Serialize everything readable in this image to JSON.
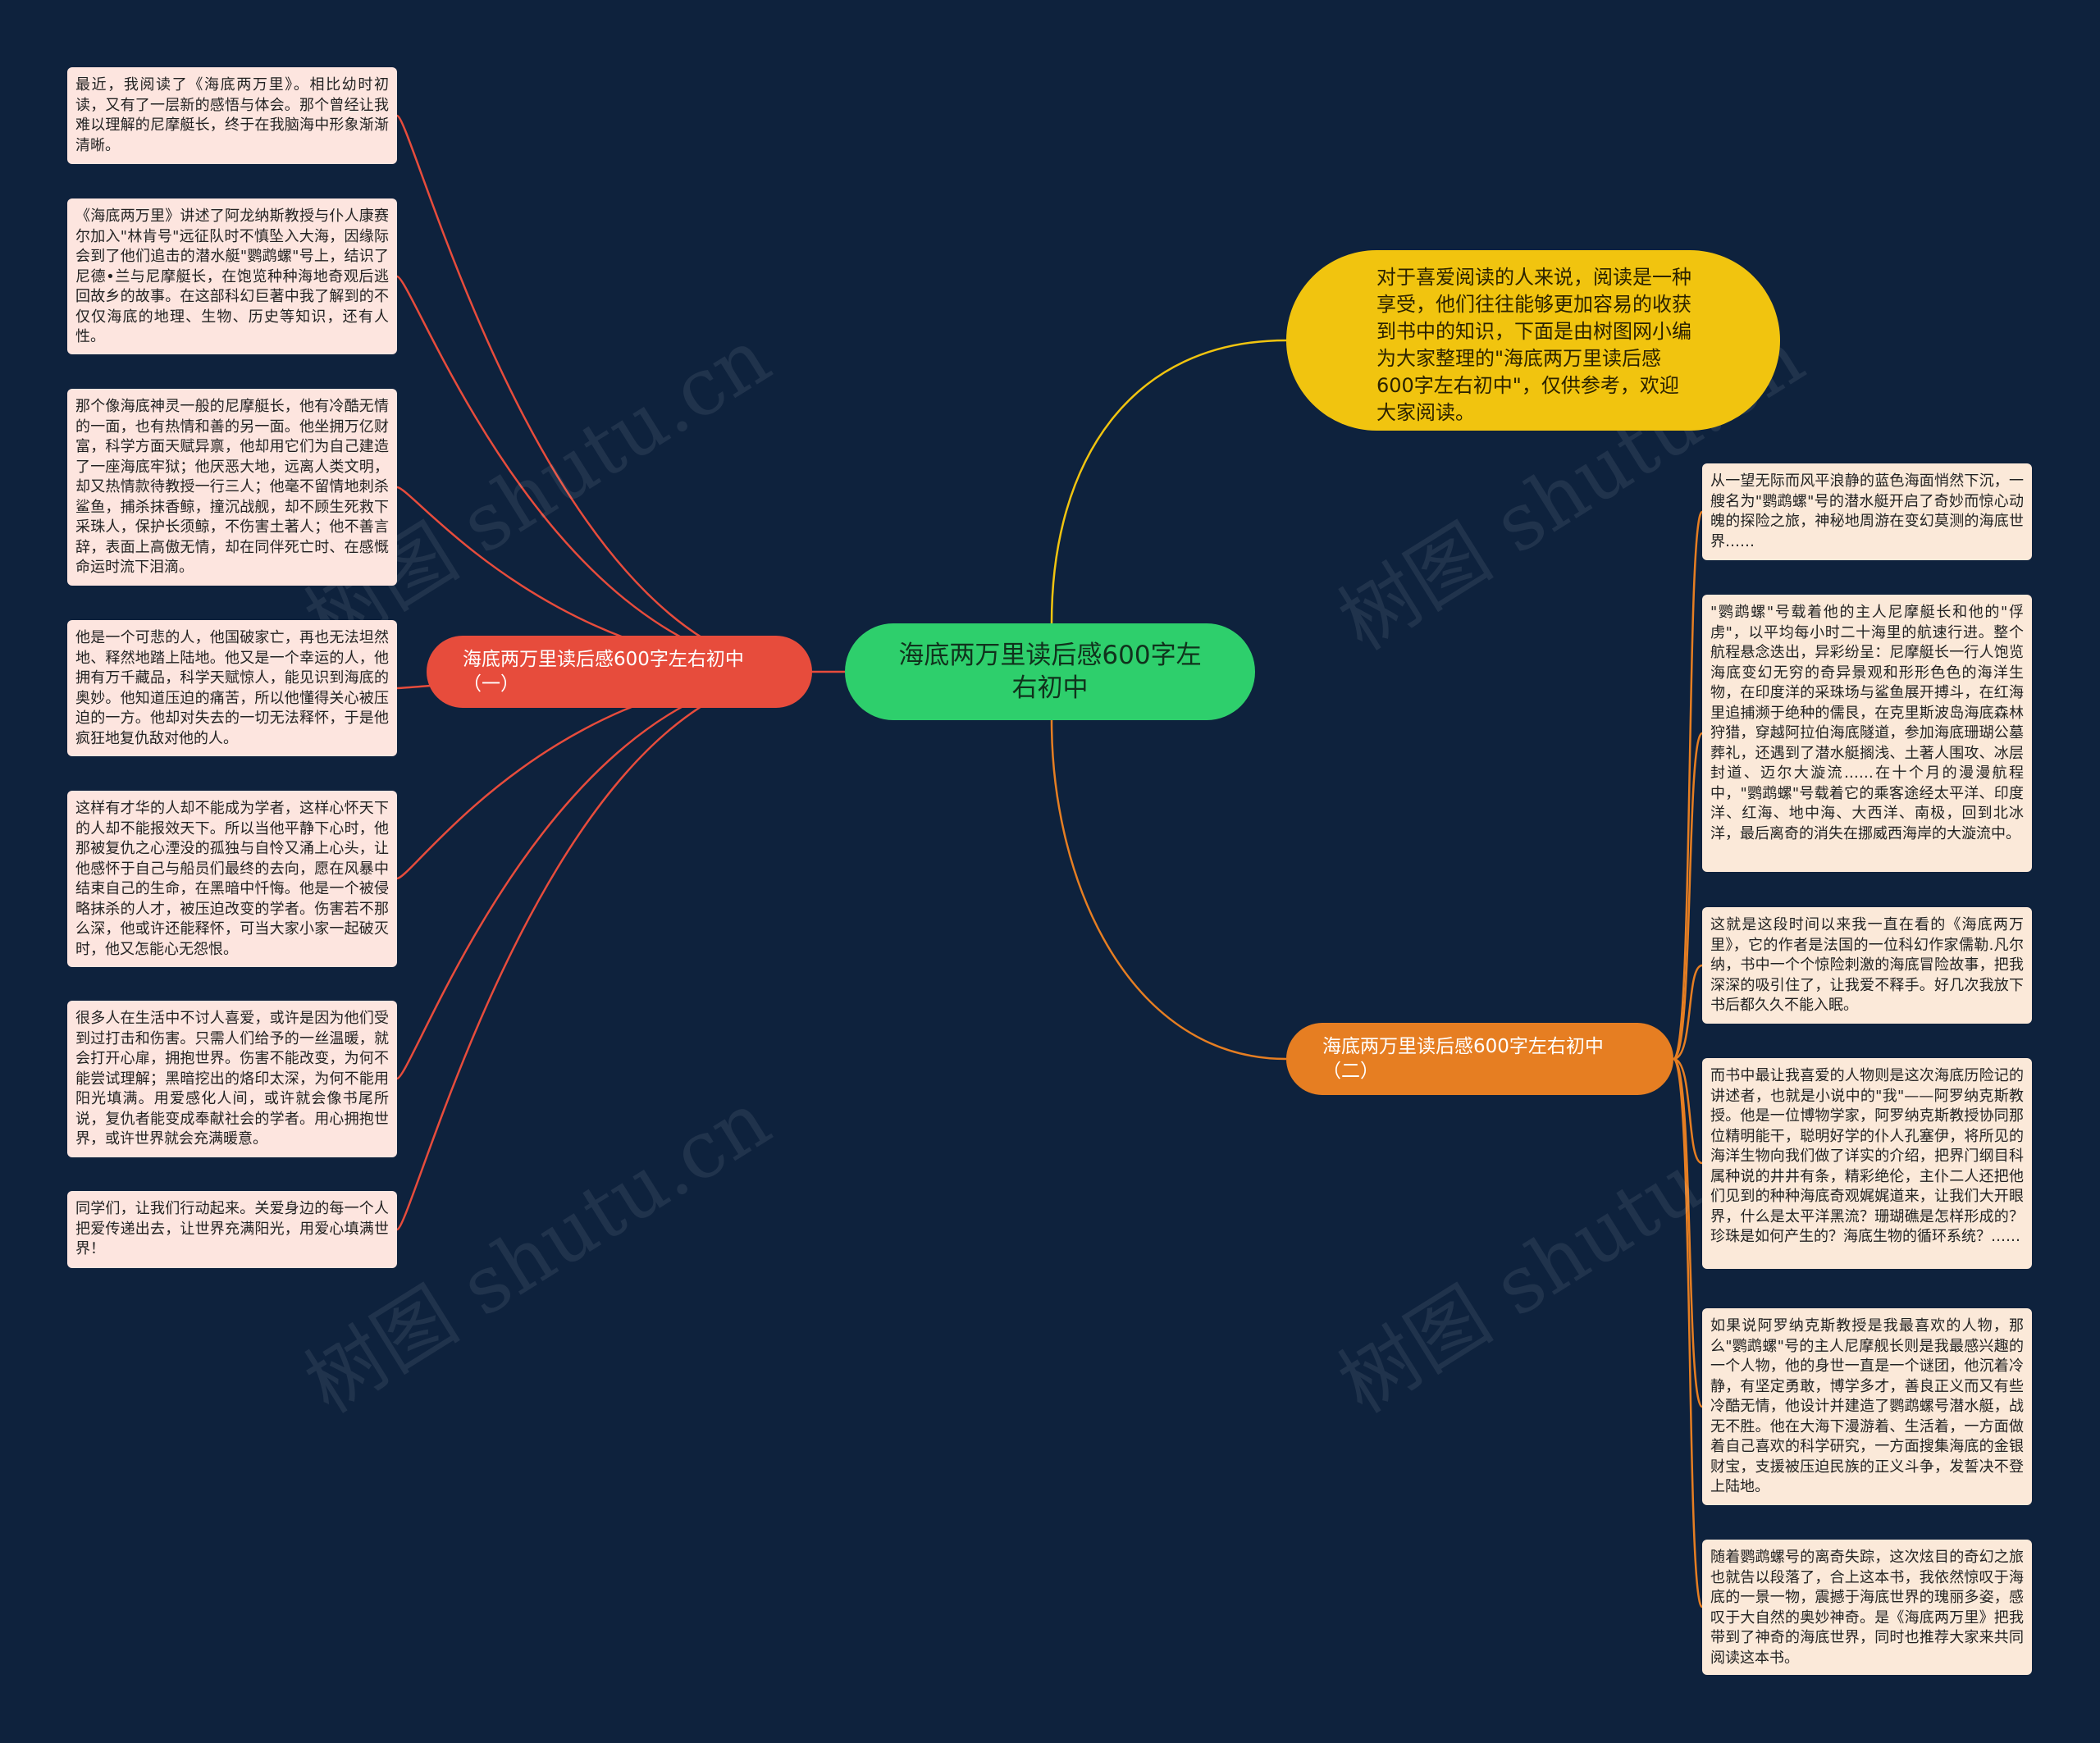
{
  "colors": {
    "background": "#0e223d",
    "center": "#2ecf6c",
    "intro": "#f1c40f",
    "branch_1": "#e74c3c",
    "branch_2": "#e67e22",
    "leaf_left": "#fde5df",
    "leaf_right": "#fbe9d9"
  },
  "center": {
    "title": "海底两万里读后感600字左右初中"
  },
  "intro": {
    "text": "对于喜爱阅读的人来说，阅读是一种享受，他们往往能够更加容易的收获到书中的知识，下面是由树图网小编为大家整理的\"海底两万里读后感600字左右初中\"，仅供参考，欢迎大家阅读。"
  },
  "branches": [
    {
      "label": "海底两万里读后感600字左右初中（一）",
      "leaves": [
        "最近，我阅读了《海底两万里》。相比幼时初读，又有了一层新的感悟与体会。那个曾经让我难以理解的尼摩艇长，终于在我脑海中形象渐渐清晰。",
        "《海底两万里》讲述了阿龙纳斯教授与仆人康赛尔加入\"林肯号\"远征队时不慎坠入大海，因缘际会到了他们追击的潜水艇\"鹦鹉螺\"号上，结识了尼德•兰与尼摩艇长，在饱览种种海地奇观后逃回故乡的故事。在这部科幻巨著中我了解到的不仅仅海底的地理、生物、历史等知识，还有人性。",
        "那个像海底神灵一般的尼摩艇长，他有冷酷无情的一面，也有热情和善的另一面。他坐拥万亿财富，科学方面天赋异禀，他却用它们为自己建造了一座海底牢狱；他厌恶大地，远离人类文明，却又热情款待教授一行三人；他毫不留情地刺杀鲨鱼，捕杀抹香鲸，撞沉战舰，却不顾生死救下采珠人，保护长须鲸，不伤害土著人；他不善言辞，表面上高傲无情，却在同伴死亡时、在感慨命运时流下泪滴。",
        "他是一个可悲的人，他国破家亡，再也无法坦然地、释然地踏上陆地。他又是一个幸运的人，他拥有万千藏品，科学天赋惊人，能见识到海底的奥妙。他知道压迫的痛苦，所以他懂得关心被压迫的一方。他却对失去的一切无法释怀，于是他疯狂地复仇敌对他的人。",
        "这样有才华的人却不能成为学者，这样心怀天下的人却不能报效天下。所以当他平静下心时，他那被复仇之心湮没的孤独与自怜又涌上心头，让他感怀于自己与船员们最终的去向，愿在风暴中结束自己的生命，在黑暗中忏悔。他是一个被侵略抹杀的人才，被压迫改变的学者。伤害若不那么深，他或许还能释怀，可当大家小家一起破灭时，他又怎能心无怨恨。",
        "很多人在生活中不讨人喜爱，或许是因为他们受到过打击和伤害。只需人们给予的一丝温暖，就会打开心扉，拥抱世界。伤害不能改变，为何不能尝试理解；黑暗挖出的烙印太深，为何不能用阳光填满。用爱感化人间，或许就会像书尾所说，复仇者能变成奉献社会的学者。用心拥抱世界，或许世界就会充满暖意。",
        "同学们，让我们行动起来。关爱身边的每一个人把爱传递出去，让世界充满阳光，用爱心填满世界！"
      ]
    },
    {
      "label": "海底两万里读后感600字左右初中（二）",
      "leaves": [
        "从一望无际而风平浪静的蓝色海面悄然下沉，一艘名为\"鹦鹉螺\"号的潜水艇开启了奇妙而惊心动魄的探险之旅，神秘地周游在变幻莫测的海底世界……",
        "\"鹦鹉螺\"号载着他的主人尼摩艇长和他的\"俘虏\"，以平均每小时二十海里的航速行进。整个航程悬念迭出，异彩纷呈：尼摩艇长一行人饱览海底变幻无穷的奇异景观和形形色色的海洋生物，在印度洋的采珠场与鲨鱼展开搏斗，在红海里追捕濒于绝种的儒艮，在克里斯波岛海底森林狩猎，穿越阿拉伯海底隧道，参加海底珊瑚公墓葬礼，还遇到了潜水艇搁浅、土著人围攻、冰层封道、迈尔大漩流……在十个月的漫漫航程中，\"鹦鹉螺\"号载着它的乘客途经太平洋、印度洋、红海、地中海、大西洋、南极，回到北冰洋，最后离奇的消失在挪威西海岸的大漩流中。",
        "这就是这段时间以来我一直在看的《海底两万里》，它的作者是法国的一位科幻作家儒勒.凡尔纳，书中一个个惊险刺激的海底冒险故事，把我深深的吸引住了，让我爱不释手。好几次我放下书后都久久不能入眠。",
        "而书中最让我喜爱的人物则是这次海底历险记的讲述者，也就是小说中的\"我\"——阿罗纳克斯教授。他是一位博物学家，阿罗纳克斯教授协同那位精明能干，聪明好学的仆人孔塞伊，将所见的海洋生物向我们做了详实的介绍，把界门纲目科属种说的井井有条，精彩绝伦，主仆二人还把他们见到的种种海底奇观娓娓道来，让我们大开眼界，什么是太平洋黑流？珊瑚礁是怎样形成的？珍珠是如何产生的？海底生物的循环系统？……",
        "如果说阿罗纳克斯教授是我最喜欢的人物，那么\"鹦鹉螺\"号的主人尼摩舰长则是我最感兴趣的一个人物，他的身世一直是一个谜团，他沉着冷静，有坚定勇敢，博学多才，善良正义而又有些冷酷无情，他设计并建造了鹦鹉螺号潜水艇，战无不胜。他在大海下漫游着、生活着，一方面做着自己喜欢的科学研究，一方面搜集海底的金银财宝，支援被压迫民族的正义斗争，发誓决不登上陆地。",
        "随着鹦鹉螺号的离奇失踪，这次炫目的奇幻之旅也就告以段落了，合上这本书，我依然惊叹于海底的一景一物，震撼于海底世界的瑰丽多姿，感叹于大自然的奥妙神奇。是《海底两万里》把我带到了神奇的海底世界，同时也推荐大家来共同阅读这本书。"
      ]
    }
  ]
}
